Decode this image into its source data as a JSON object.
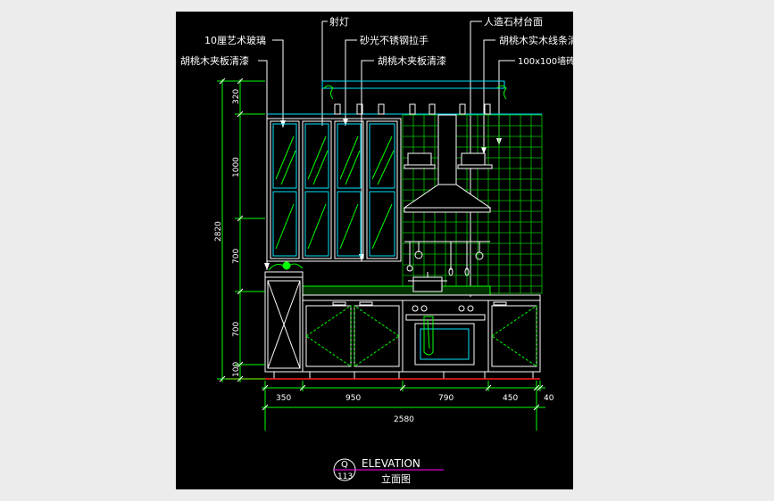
{
  "labels": {
    "l1": "射灯",
    "l2": "人造石材台面",
    "l3": "10厘艺术玻璃",
    "l4": "砂光不锈钢拉手",
    "l5": "胡桃木实木线条清漆",
    "l6": "胡桃木夹板清漆",
    "l7": "胡桃木夹板清漆",
    "l8": "100x100墙砖"
  },
  "dims_vertical": [
    "320",
    "1000",
    "700",
    "700",
    "100",
    "2820"
  ],
  "dims_horizontal": [
    "350",
    "950",
    "790",
    "450",
    "40",
    "2580"
  ],
  "title": {
    "main": "ELEVATION",
    "sub": "立面图",
    "symbol_top": "Q",
    "symbol_bottom": "113"
  },
  "colors": {
    "canvas_bg": "#000000",
    "page_bg": "#ececec",
    "line_green": "#00ff00",
    "line_cyan": "#00e5ff",
    "line_white": "#ffffff",
    "line_yellow": "#ffff00",
    "line_red": "#ff2020",
    "line_magenta": "#ff00ff"
  }
}
